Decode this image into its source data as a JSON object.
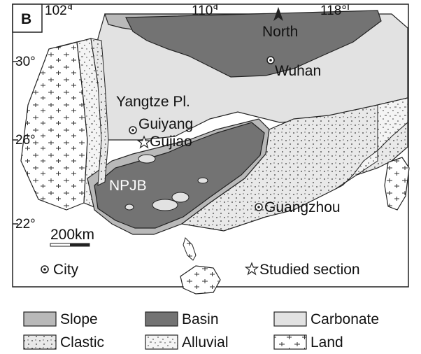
{
  "panel_label": "B",
  "map": {
    "longitude_ticks": [
      "102°",
      "110°",
      "118°"
    ],
    "latitude_ticks": [
      "30°",
      "26°",
      "22°"
    ],
    "north_arrow": {
      "label": "North",
      "icon": "north-arrow-icon"
    },
    "cities": [
      {
        "name": "Wuhan"
      },
      {
        "name": "Guiyang"
      },
      {
        "name": "Guangzhou"
      }
    ],
    "studied_section": {
      "name": "Gujiao"
    },
    "region_labels": {
      "platform": "Yangtze Pl.",
      "basin": "NPJB"
    },
    "scale_bar": {
      "label": "200km"
    },
    "colors": {
      "slope": "#b9b9b9",
      "basin": "#737373",
      "carbonate": "#e2e2e2",
      "clastic": "#e9e9e9",
      "alluvial": "#f4f4f4",
      "land": "#ffffff",
      "outline": "#222222"
    }
  },
  "symbol_legend": {
    "city": "City",
    "studied_section": "Studied section"
  },
  "facies_legend": [
    {
      "label": "Slope",
      "pattern": "slope"
    },
    {
      "label": "Basin",
      "pattern": "basin"
    },
    {
      "label": "Carbonate",
      "pattern": "carbonate"
    },
    {
      "label": "Clastic",
      "pattern": "clastic"
    },
    {
      "label": "Alluvial",
      "pattern": "alluvial"
    },
    {
      "label": "Land",
      "pattern": "land"
    }
  ]
}
